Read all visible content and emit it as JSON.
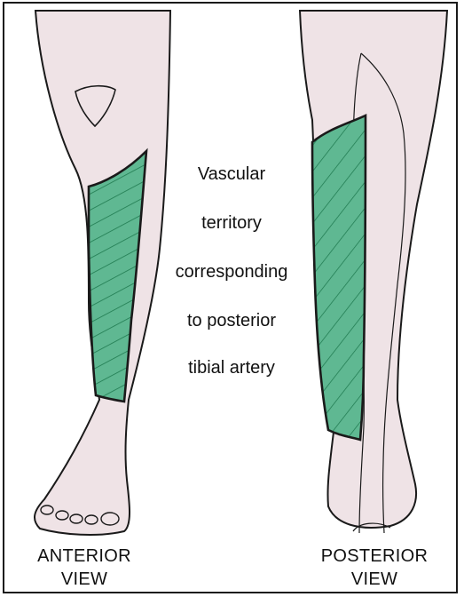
{
  "caption": {
    "line1": "Vascular",
    "line2": "territory",
    "line3": "corresponding",
    "line4": "to posterior",
    "line5": "tibial artery"
  },
  "labels": {
    "anterior_line1": "ANTERIOR",
    "anterior_line2": "VIEW",
    "posterior_line1": "POSTERIOR",
    "posterior_line2": "VIEW"
  },
  "colors": {
    "skin": "#efe3e6",
    "outline": "#1a1a1a",
    "territory_fill": "#5fb892",
    "hatch": "#1f7a50"
  }
}
